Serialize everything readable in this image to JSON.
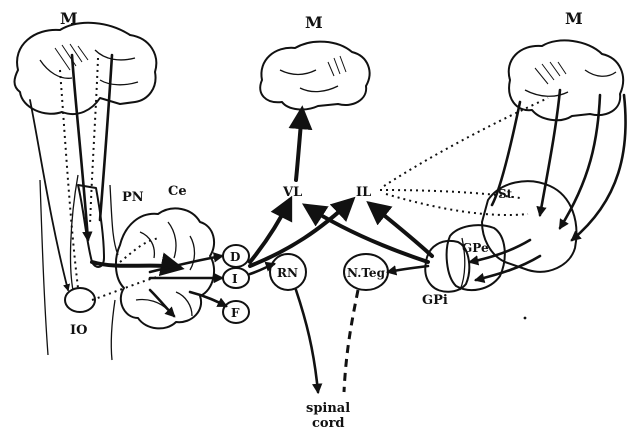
{
  "labels": {
    "m_left": "M",
    "m_center": "M",
    "m_right": "M",
    "pn": "PN",
    "ce": "Ce",
    "io": "IO",
    "d": "D",
    "i": "I",
    "f": "F",
    "vl": "VL",
    "il": "IL",
    "rn": "RN",
    "nteg": "N.Teg",
    "st": "St",
    "gpe": "GPe",
    "gpi": "GPi",
    "spinal1": "spinal",
    "spinal2": "cord"
  }
}
